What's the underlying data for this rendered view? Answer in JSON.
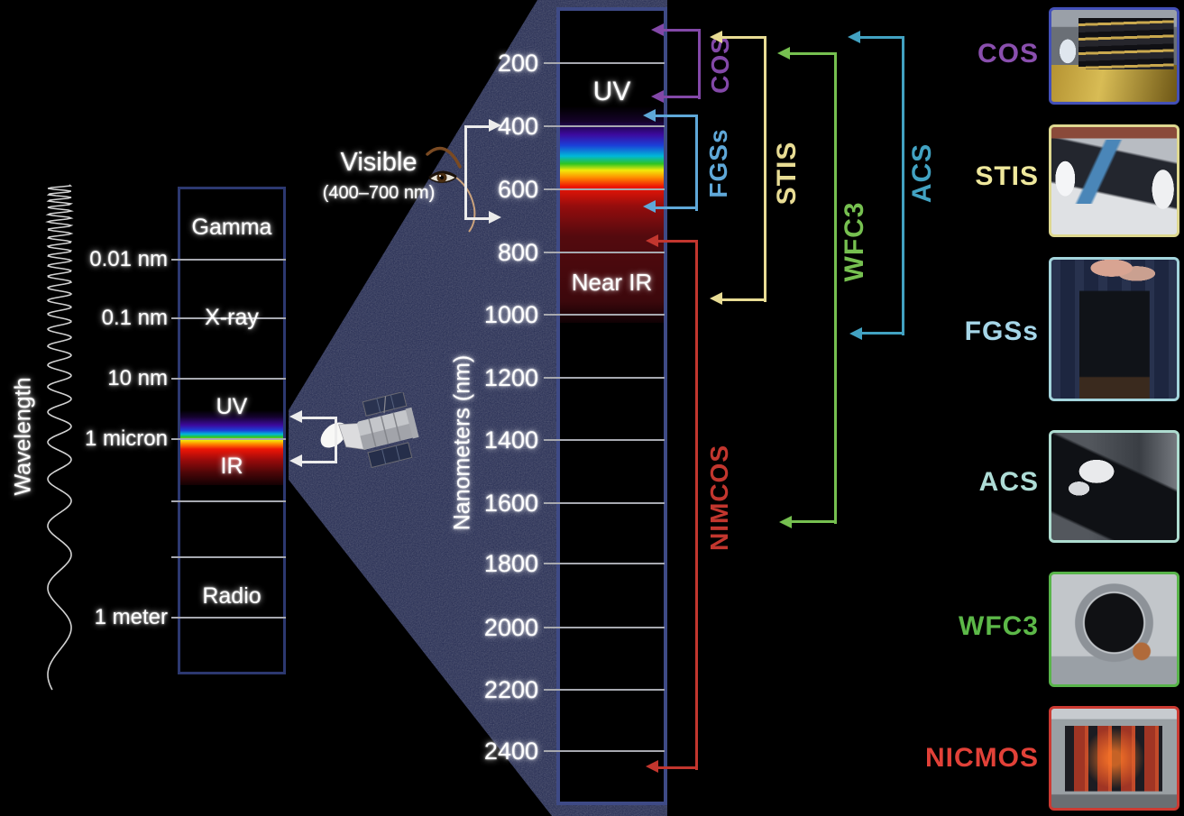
{
  "left_spectrum": {
    "rotated_label": "Wavelength",
    "scale_ticks": [
      "0.01 nm",
      "0.1 nm",
      "10 nm",
      "1 micron",
      "1 meter"
    ],
    "bands": [
      "Gamma",
      "X-ray",
      "UV",
      "IR",
      "Radio"
    ]
  },
  "visible_callout": {
    "title": "Visible",
    "range": "(400–700 nm)"
  },
  "zoom_spectrum": {
    "axis_label": "Nanometers (nm)",
    "ticks": [
      "200",
      "400",
      "600",
      "800",
      "1000",
      "1200",
      "1400",
      "1600",
      "1800",
      "2000",
      "2200",
      "2400"
    ],
    "uv_band": "UV",
    "near_ir_band": "Near IR"
  },
  "range_brackets": [
    {
      "label": "COS",
      "color": "#8348a8"
    },
    {
      "label": "FGSs",
      "color": "#5fa8d8"
    },
    {
      "label": "STIS",
      "color": "#e8dc94"
    },
    {
      "label": "WFC3",
      "color": "#76c050"
    },
    {
      "label": "ACS",
      "color": "#42a2c2"
    },
    {
      "label": "NIMCOS",
      "color": "#c2362e"
    }
  ],
  "callout_colors": {
    "visible_bracket": "#ececec",
    "telescope_bracket": "#ececec"
  },
  "instruments": [
    {
      "label": "COS",
      "label_color": "#8a4fae",
      "frame_color": "#4350b8"
    },
    {
      "label": "STIS",
      "label_color": "#efe89c",
      "frame_color": "#ded890"
    },
    {
      "label": "FGSs",
      "label_color": "#a6d6e8",
      "frame_color": "#a3d4dc"
    },
    {
      "label": "ACS",
      "label_color": "#aedcd6",
      "frame_color": "#aedcd0"
    },
    {
      "label": "WFC3",
      "label_color": "#5cb848",
      "frame_color": "#58b44a"
    },
    {
      "label": "NICMOS",
      "label_color": "#e24138",
      "frame_color": "#cc3a32"
    }
  ]
}
